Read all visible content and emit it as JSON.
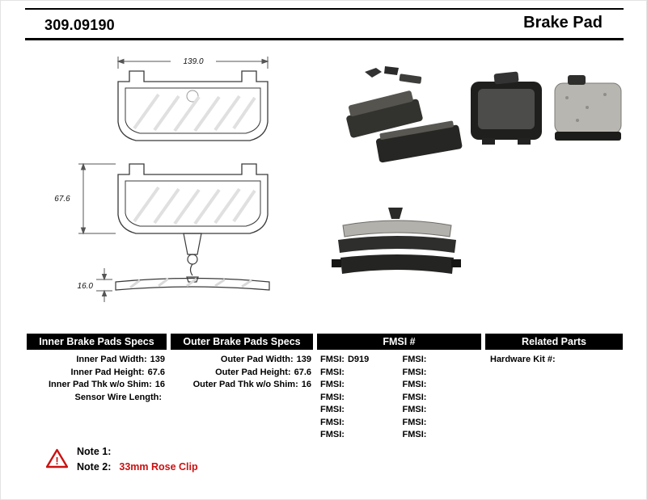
{
  "header": {
    "part_number": "309.09190",
    "product_name": "Brake Pad"
  },
  "drawing": {
    "dim_width": "139.0",
    "dim_height": "67.6",
    "dim_thickness": "16.0"
  },
  "specs": {
    "inner": {
      "header": "Inner Brake Pads Specs",
      "rows": [
        {
          "label": "Inner Pad Width:",
          "value": "139"
        },
        {
          "label": "Inner Pad Height:",
          "value": "67.6"
        },
        {
          "label": "Inner Pad Thk w/o Shim:",
          "value": "16"
        },
        {
          "label": "Sensor Wire Length:",
          "value": ""
        }
      ]
    },
    "outer": {
      "header": "Outer Brake Pads Specs",
      "rows": [
        {
          "label": "Outer Pad Width:",
          "value": "139"
        },
        {
          "label": "Outer Pad Height:",
          "value": "67.6"
        },
        {
          "label": "Outer Pad Thk w/o Shim:",
          "value": "16"
        }
      ]
    },
    "fmsi": {
      "header": "FMSI #",
      "rows": [
        {
          "left_label": "FMSI:",
          "left_value": "D919",
          "right_label": "FMSI:",
          "right_value": ""
        },
        {
          "left_label": "FMSI:",
          "left_value": "",
          "right_label": "FMSI:",
          "right_value": ""
        },
        {
          "left_label": "FMSI:",
          "left_value": "",
          "right_label": "FMSI:",
          "right_value": ""
        },
        {
          "left_label": "FMSI:",
          "left_value": "",
          "right_label": "FMSI:",
          "right_value": ""
        },
        {
          "left_label": "FMSI:",
          "left_value": "",
          "right_label": "FMSI:",
          "right_value": ""
        },
        {
          "left_label": "FMSI:",
          "left_value": "",
          "right_label": "FMSI:",
          "right_value": ""
        },
        {
          "left_label": "FMSI:",
          "left_value": "",
          "right_label": "FMSI:",
          "right_value": ""
        }
      ]
    },
    "related": {
      "header": "Related Parts",
      "rows": [
        {
          "label": "Hardware Kit #:",
          "value": ""
        }
      ]
    }
  },
  "notes": {
    "warning_glyph": "!",
    "note1_label": "Note 1:",
    "note1_value": "",
    "note2_label": "Note 2:",
    "note2_value": "33mm Rose Clip"
  },
  "colors": {
    "accent_red": "#cc1111",
    "header_bg": "#000000",
    "header_text": "#ffffff"
  }
}
